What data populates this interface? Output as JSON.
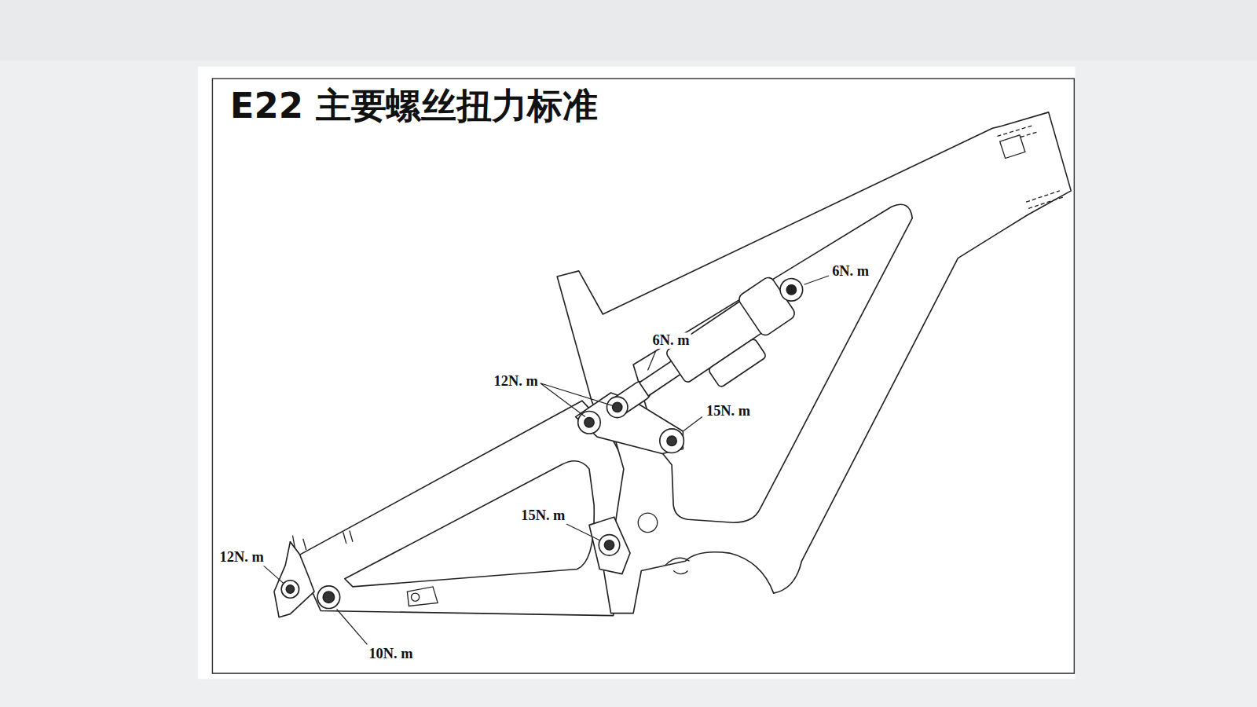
{
  "diagram": {
    "title": "E22 主要螺丝扭力标准",
    "labels": [
      "6N. m",
      "6N. m",
      "12N. m",
      "15N. m",
      "15N. m",
      "12N. m",
      "10N. m"
    ]
  }
}
